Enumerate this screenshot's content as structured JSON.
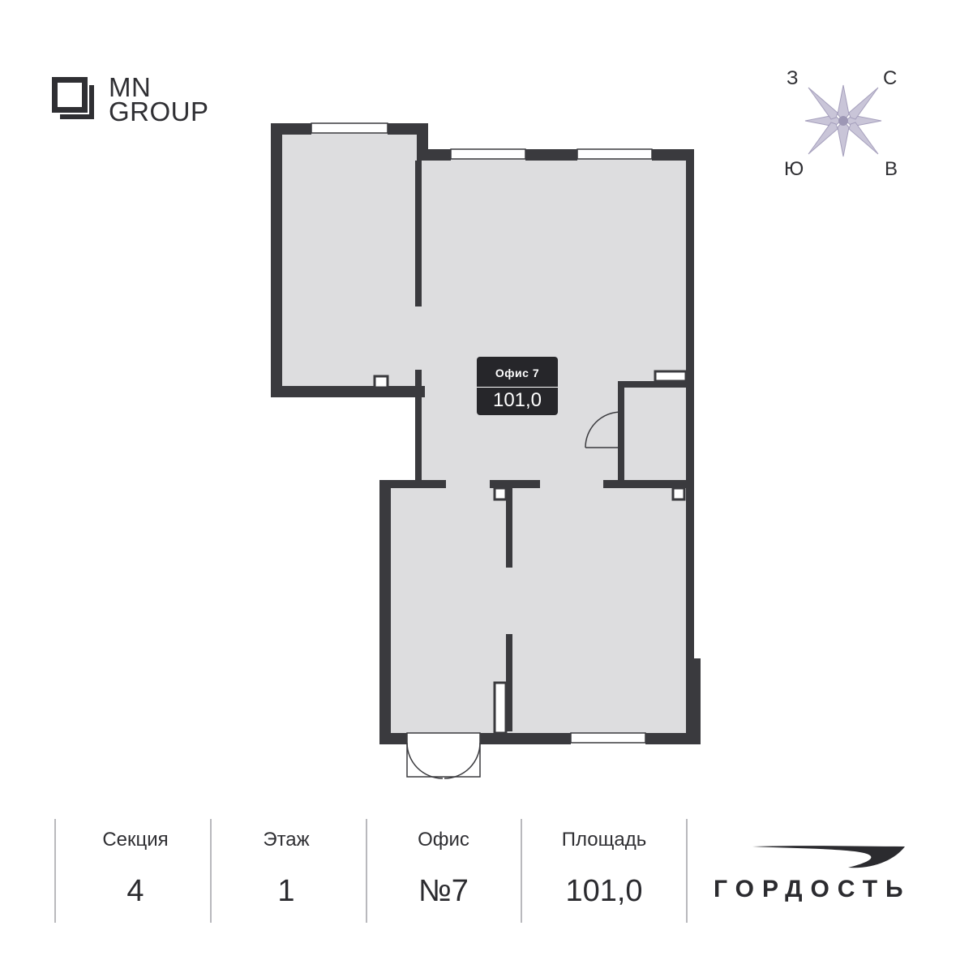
{
  "logo": {
    "line1": "MN",
    "line2": "GROUP"
  },
  "compass": {
    "north": "С",
    "west": "З",
    "south": "Ю",
    "east": "В"
  },
  "office_badge": {
    "title": "Офис 7",
    "area": "101,0"
  },
  "info": {
    "section": {
      "label": "Секция",
      "value": "4"
    },
    "floor": {
      "label": "Этаж",
      "value": "1"
    },
    "office": {
      "label": "Офис",
      "value": "№7"
    },
    "area": {
      "label": "Площадь",
      "value": "101,0"
    }
  },
  "brand": {
    "name": "ГОРДОСТЬ"
  },
  "colors": {
    "wall": "#3a3a3e",
    "floor": "#dddddf",
    "compass": "#b9b4cc",
    "badge": "#26262a"
  }
}
